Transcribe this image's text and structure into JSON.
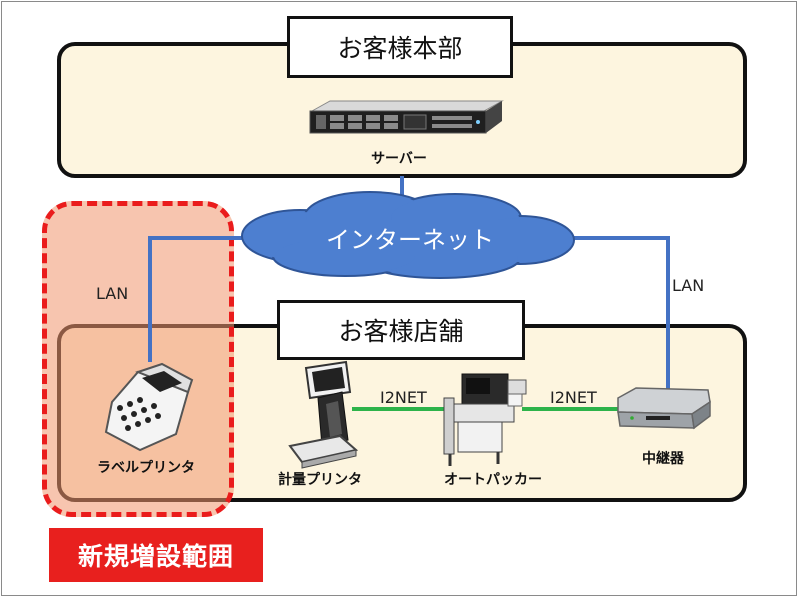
{
  "hq": {
    "title": "お客様本部",
    "server_label": "サーバー"
  },
  "internet": {
    "label": "インターネット"
  },
  "store": {
    "title": "お客様店舗",
    "devices": {
      "label_printer": "ラベルプリンタ",
      "scale_printer": "計量プリンタ",
      "auto_packer": "オートパッカー",
      "relay": "中継器"
    }
  },
  "links": {
    "lan_left": "LAN",
    "lan_right": "LAN",
    "i2net_left": "I2NET",
    "i2net_right": "I2NET"
  },
  "new_zone": {
    "label": "新規増設範囲"
  },
  "colors": {
    "lan_line": "#4472c4",
    "i2net_line": "#2db34a",
    "zone_border": "#ea1c1c",
    "cloud": "#4d7fd0"
  }
}
